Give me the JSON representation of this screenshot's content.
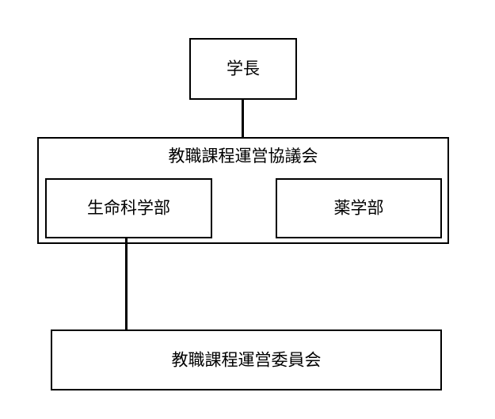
{
  "diagram": {
    "type": "organization-chart",
    "nodes": {
      "president": {
        "label": "学長"
      },
      "council": {
        "label": "教職課程運営協議会"
      },
      "faculty_life_sciences": {
        "label": "生命科学部"
      },
      "faculty_pharmacy": {
        "label": "薬学部"
      },
      "committee": {
        "label": "教職課程運営委員会"
      }
    },
    "edges": [
      {
        "from": "president",
        "to": "council"
      },
      {
        "from": "faculty_life_sciences",
        "to": "committee"
      }
    ],
    "colors": {
      "stroke": "#000000",
      "fill": "#ffffff",
      "text": "#000000"
    }
  }
}
